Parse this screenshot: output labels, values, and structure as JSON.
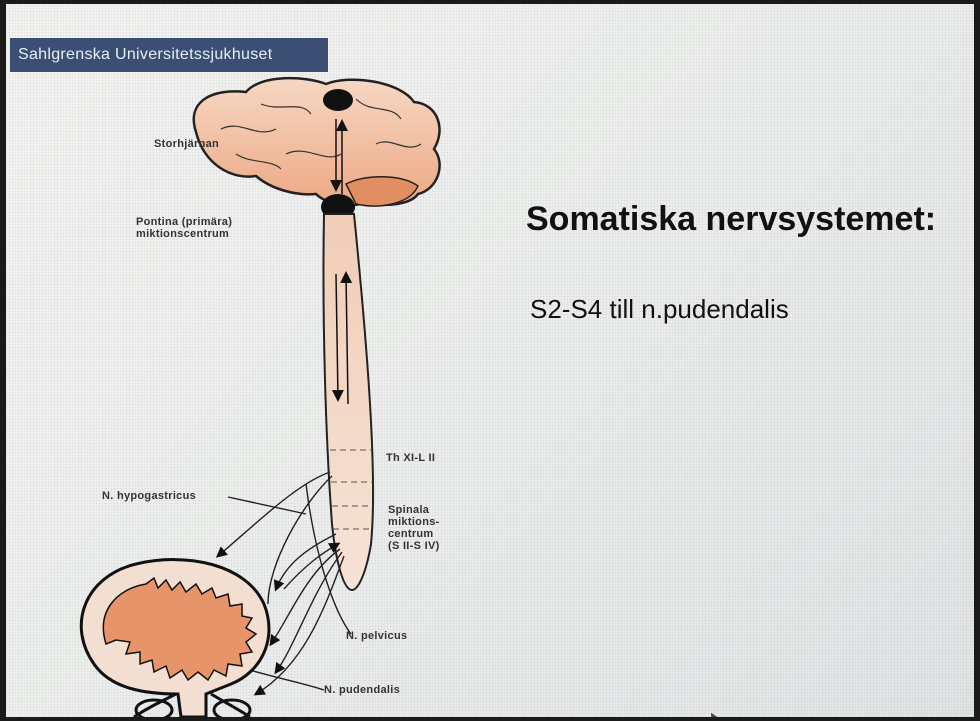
{
  "header": {
    "brand": "Sahlgrenska Universitetssjukhuset"
  },
  "slide": {
    "title": "Somatiska nervsystemet:",
    "body": "S2-S4 till n.pudendalis"
  },
  "diagram": {
    "labels": {
      "brain": "Storhjärnan",
      "pontine_line1": "Pontina (primära)",
      "pontine_line2": "miktionscentrum",
      "level": "Th XI-L II",
      "spinal_line1": "Spinala",
      "spinal_line2": "miktions-",
      "spinal_line3": "centrum",
      "spinal_line4": "(S II-S IV)",
      "hypogastricus": "N. hypogastricus",
      "pelvicus": "N. pelvicus",
      "pudendalis": "N. pudendalis"
    },
    "colors": {
      "brain": "#f2c9ae",
      "brain_shade": "#e8a07a",
      "bladder": "#e8946a",
      "outline": "#111111"
    }
  }
}
